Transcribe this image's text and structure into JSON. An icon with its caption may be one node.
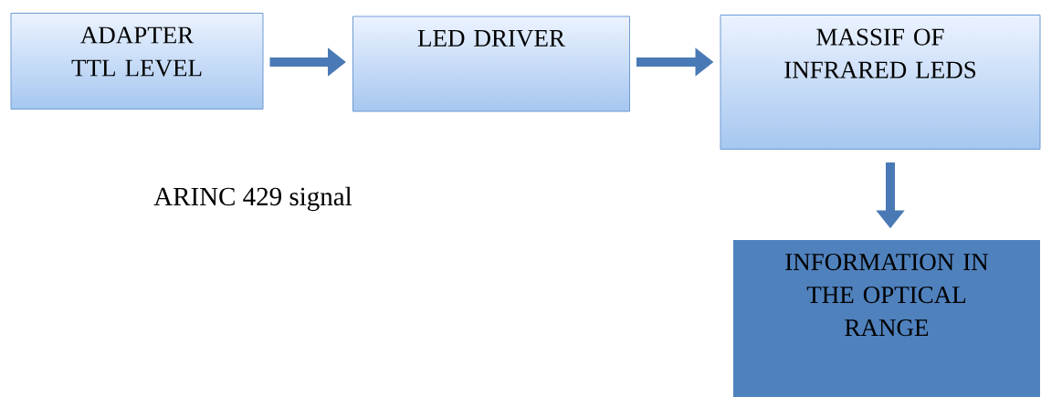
{
  "diagram": {
    "nodes": [
      {
        "text": [
          "ADAPTER TTL LEVEL"
        ]
      },
      {
        "text": [
          "LED DRIVER"
        ]
      },
      {
        "text": [
          "MASSIF OF INFRARED LEDS"
        ]
      },
      {
        "text": [
          "INFORMATION IN THE OPTICAL RANGE"
        ]
      }
    ],
    "edges": [
      {
        "from": 0,
        "to": 1,
        "arrow": "to"
      },
      {
        "from": 1,
        "to": 2,
        "arrow": "to"
      },
      {
        "from": 2,
        "to": 3,
        "arrow": "to"
      }
    ],
    "labels": [
      "ARINC 429 signal"
    ]
  }
}
